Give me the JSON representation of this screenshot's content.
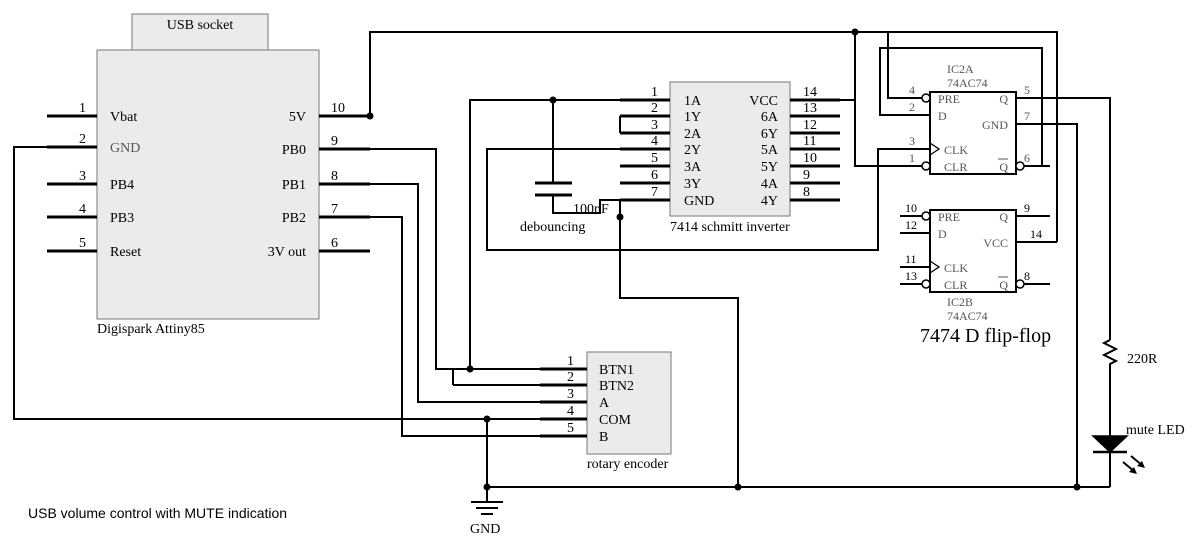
{
  "title": "USB volume control with  MUTE indication",
  "ground_label": "GND",
  "usb_socket": {
    "label": "USB socket"
  },
  "digispark": {
    "name": "Digispark Attiny85",
    "left_pins": [
      {
        "num": "1",
        "label": "Vbat"
      },
      {
        "num": "2",
        "label": "GND"
      },
      {
        "num": "3",
        "label": "PB4"
      },
      {
        "num": "4",
        "label": "PB3"
      },
      {
        "num": "5",
        "label": "Reset"
      }
    ],
    "right_pins": [
      {
        "num": "10",
        "label": "5V"
      },
      {
        "num": "9",
        "label": "PB0"
      },
      {
        "num": "8",
        "label": "PB1"
      },
      {
        "num": "7",
        "label": "PB2"
      },
      {
        "num": "6",
        "label": "3V out"
      }
    ]
  },
  "schmitt": {
    "name": "7414 schmitt inverter",
    "left_pins": [
      {
        "num": "1",
        "label": "1A"
      },
      {
        "num": "2",
        "label": "1Y"
      },
      {
        "num": "3",
        "label": "2A"
      },
      {
        "num": "4",
        "label": "2Y"
      },
      {
        "num": "5",
        "label": "3A"
      },
      {
        "num": "6",
        "label": "3Y"
      },
      {
        "num": "7",
        "label": "GND"
      }
    ],
    "right_pins": [
      {
        "num": "14",
        "label": "VCC"
      },
      {
        "num": "13",
        "label": "6A"
      },
      {
        "num": "12",
        "label": "6Y"
      },
      {
        "num": "11",
        "label": "5A"
      },
      {
        "num": "10",
        "label": "5Y"
      },
      {
        "num": "9",
        "label": "4A"
      },
      {
        "num": "8",
        "label": "4Y"
      }
    ]
  },
  "capacitor": {
    "value": "100nF",
    "note": "debouncing"
  },
  "encoder": {
    "name": "rotary encoder",
    "pins": [
      {
        "num": "1",
        "label": "BTN1"
      },
      {
        "num": "2",
        "label": "BTN2"
      },
      {
        "num": "3",
        "label": "A"
      },
      {
        "num": "4",
        "label": "COM"
      },
      {
        "num": "5",
        "label": "B"
      }
    ]
  },
  "ic2a": {
    "ref": "IC2A",
    "part": "74AC74",
    "labels": {
      "pre": "PRE",
      "d": "D",
      "clk": "CLK",
      "clr": "CLR",
      "q": "Q",
      "qbar": "Q",
      "gnd": "GND"
    },
    "pin_numbers": {
      "pre": "4",
      "d": "2",
      "clk": "3",
      "clr": "1",
      "q": "5",
      "gnd": "7",
      "qbar": "6"
    }
  },
  "ic2b": {
    "ref": "IC2B",
    "part": "74AC74",
    "labels": {
      "pre": "PRE",
      "d": "D",
      "clk": "CLK",
      "clr": "CLR",
      "q": "Q",
      "qbar": "Q",
      "vcc": "VCC"
    },
    "pin_numbers": {
      "pre": "10",
      "d": "12",
      "clk": "11",
      "clr": "13",
      "q": "9",
      "vcc": "14",
      "qbar": "8"
    }
  },
  "flipflop_caption": "7474 D flip-flop",
  "resistor": {
    "value": "220R"
  },
  "led": {
    "label": "mute LED"
  }
}
